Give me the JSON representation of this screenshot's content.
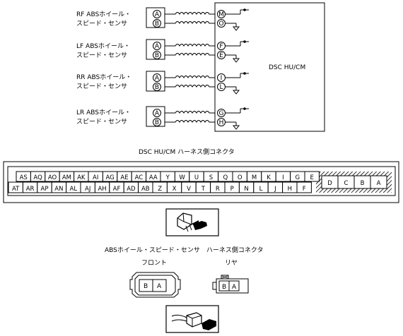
{
  "wiring": {
    "module_label": "DSC HU/CM",
    "sensors": [
      {
        "label_line1": "RF ABSホイール・",
        "label_line2": "スピード・センサ",
        "sensor_pins": [
          "A",
          "B"
        ],
        "module_pins": [
          "M",
          "O"
        ]
      },
      {
        "label_line1": "LF ABSホイール・",
        "label_line2": "スピード・センサ",
        "sensor_pins": [
          "A",
          "B"
        ],
        "module_pins": [
          "F",
          "E"
        ]
      },
      {
        "label_line1": "RR ABSホイール・",
        "label_line2": "スピード・センサ",
        "sensor_pins": [
          "A",
          "B"
        ],
        "module_pins": [
          "I",
          "L"
        ]
      },
      {
        "label_line1": "LR ABSホイール・",
        "label_line2": "スピード・センサ",
        "sensor_pins": [
          "A",
          "B"
        ],
        "module_pins": [
          "G",
          "H"
        ]
      }
    ]
  },
  "hu_connector": {
    "title": "DSC HU/CM ハーネス側コネクタ",
    "top_row": [
      "AS",
      "AQ",
      "AO",
      "AM",
      "AK",
      "AI",
      "AG",
      "AE",
      "AC",
      "AA",
      "Y",
      "W",
      "U",
      "S",
      "Q",
      "O",
      "M",
      "K",
      "I",
      "G",
      "E"
    ],
    "bottom_row": [
      "AT",
      "AR",
      "AP",
      "AN",
      "AL",
      "AJ",
      "AH",
      "AF",
      "AD",
      "AB",
      "Z",
      "X",
      "V",
      "T",
      "R",
      "P",
      "N",
      "L",
      "J",
      "H",
      "F"
    ],
    "power_row": [
      "D",
      "C",
      "B",
      "A"
    ]
  },
  "sensor_connector": {
    "title": "ABSホイール・スピード・センサ　ハーネス側コネクタ",
    "front_label": "フロント",
    "rear_label": "リヤ",
    "front_pins": [
      "B",
      "A"
    ],
    "rear_pins": [
      "B",
      "A"
    ]
  },
  "colors": {
    "line": "#000000",
    "background": "#ffffff",
    "hatch": "#000000"
  },
  "icons": [
    "connector-view-icon",
    "connector-side-view-icon"
  ]
}
